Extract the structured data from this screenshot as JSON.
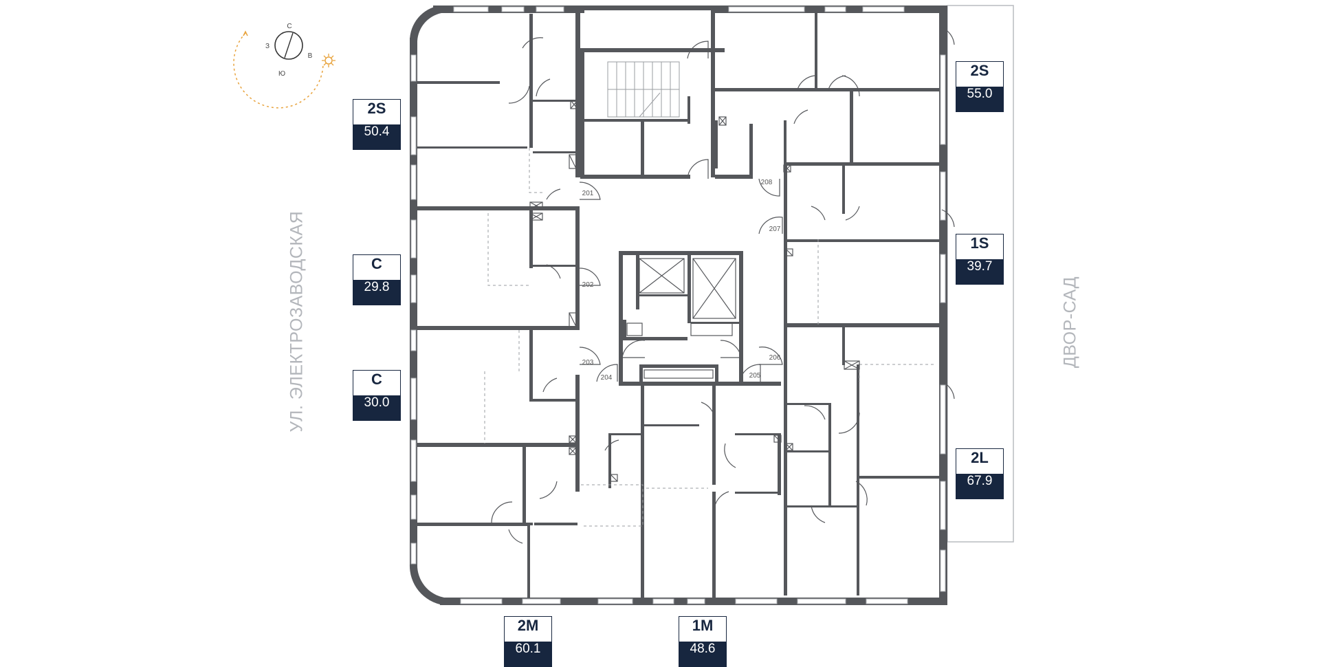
{
  "compass": {
    "n": "С",
    "w": "З",
    "e": "В",
    "s": "Ю"
  },
  "streets": {
    "left": "УЛ. ЭЛЕКТРОЗАВОДСКАЯ",
    "right": "ДВОР-САД"
  },
  "apartments": [
    {
      "id": "2s-west",
      "type": "2S",
      "area": "50.4"
    },
    {
      "id": "c-west-1",
      "type": "C",
      "area": "29.8"
    },
    {
      "id": "c-west-2",
      "type": "C",
      "area": "30.0"
    },
    {
      "id": "2s-east",
      "type": "2S",
      "area": "55.0"
    },
    {
      "id": "1s-east",
      "type": "1S",
      "area": "39.7"
    },
    {
      "id": "2l-east",
      "type": "2L",
      "area": "67.9"
    },
    {
      "id": "2m-south",
      "type": "2M",
      "area": "60.1"
    },
    {
      "id": "1m-south",
      "type": "1M",
      "area": "48.6"
    }
  ],
  "doors": [
    "201",
    "202",
    "203",
    "204",
    "205",
    "206",
    "207",
    "208"
  ],
  "colors": {
    "wall": "#55575b",
    "badge": "#17263f",
    "sun": "#e8a33d",
    "label": "#b3b6bb"
  }
}
